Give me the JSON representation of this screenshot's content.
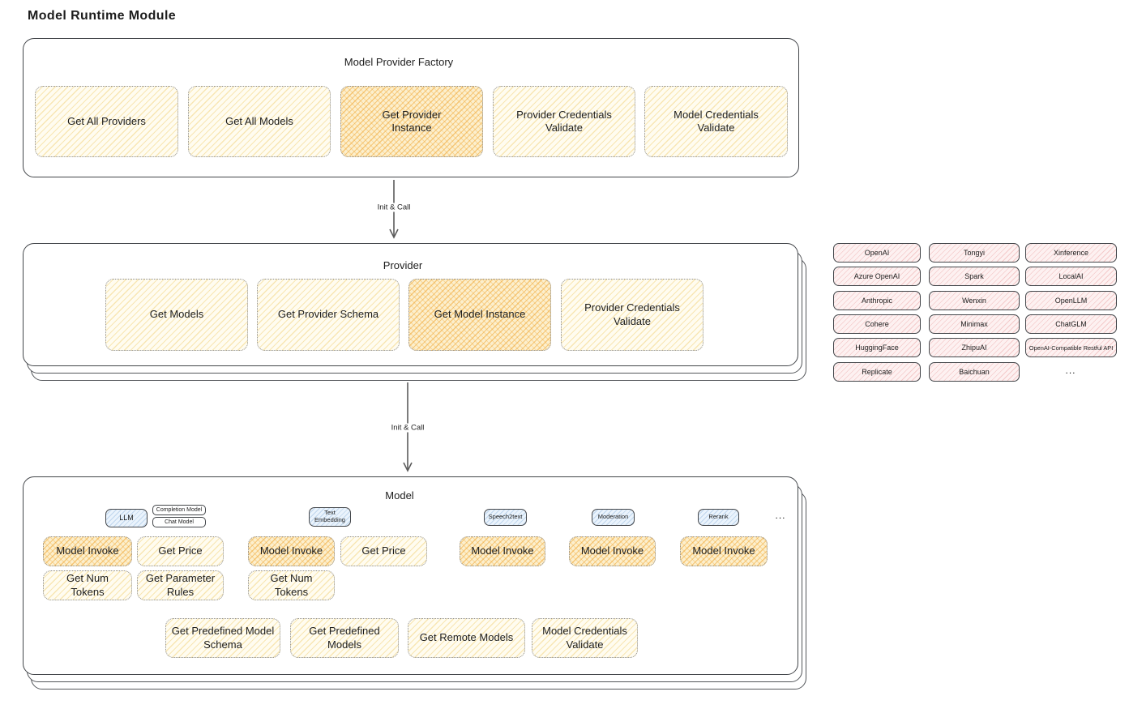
{
  "page_title": "Model Runtime Module",
  "colors": {
    "function_yellow": "#fffcf0",
    "function_highlight_orange": "#fcefcd",
    "provider_pink": "#fdf1f1",
    "model_type_blue": "#eaf3fc",
    "outline_dark": "#43464a"
  },
  "factory": {
    "title": "Model Provider Factory",
    "functions": [
      "Get All Providers",
      "Get All Models",
      "Get Provider Instance",
      "Provider Credentials Validate",
      "Model Credentials Validate"
    ]
  },
  "arrows": {
    "factory_to_provider": "Init & Call",
    "provider_to_model": "Init & Call"
  },
  "provider": {
    "title": "Provider",
    "functions": [
      "Get Models",
      "Get Provider Schema",
      "Get Model Instance",
      "Provider Credentials Validate"
    ]
  },
  "providers_grid": {
    "items": [
      "OpenAI",
      "Tongyi",
      "Xinference",
      "Azure OpenAI",
      "Spark",
      "LocalAI",
      "Anthropic",
      "Wenxin",
      "OpenLLM",
      "Cohere",
      "Minimax",
      "ChatGLM",
      "HuggingFace",
      "ZhipuAI",
      "OpenAI-Compatible Restful API",
      "Replicate",
      "Baichuan"
    ],
    "more": "..."
  },
  "model": {
    "title": "Model",
    "types": {
      "llm": "LLM",
      "completion": "Completion Model",
      "chat": "Chat Model",
      "text_embedding": "Text Embedding",
      "speech2text": "Speech2text",
      "moderation": "Moderation",
      "rerank": "Rerank",
      "more": "..."
    },
    "llm_functions": [
      "Model Invoke",
      "Get Price",
      "Get Num Tokens",
      "Get Parameter Rules"
    ],
    "text_embedding_functions": [
      "Model Invoke",
      "Get Price",
      "Get Num Tokens"
    ],
    "speech2text_functions": [
      "Model Invoke"
    ],
    "moderation_functions": [
      "Model Invoke"
    ],
    "rerank_functions": [
      "Model Invoke"
    ],
    "shared_functions": [
      "Get Predefined Model Schema",
      "Get Predefined Models",
      "Get Remote Models",
      "Model Credentials Validate"
    ]
  }
}
